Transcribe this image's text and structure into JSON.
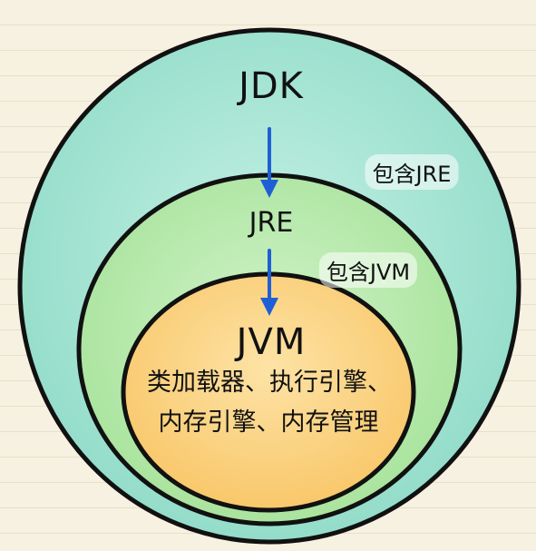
{
  "diagram": {
    "outer": {
      "label": "JDK",
      "contains_label": "包含JRE",
      "fill": "#a8e4d4"
    },
    "middle": {
      "label": "JRE",
      "contains_label": "包含JVM",
      "fill": "#b6e8ad"
    },
    "inner": {
      "label": "JVM",
      "fill": "#fbd27e",
      "description_lines": [
        "类加载器、执行引擎、",
        "内存引擎、内存管理"
      ]
    },
    "colors": {
      "outline": "#111111",
      "arrow": "#1f5fd6",
      "background": "#f7f1e1"
    }
  }
}
